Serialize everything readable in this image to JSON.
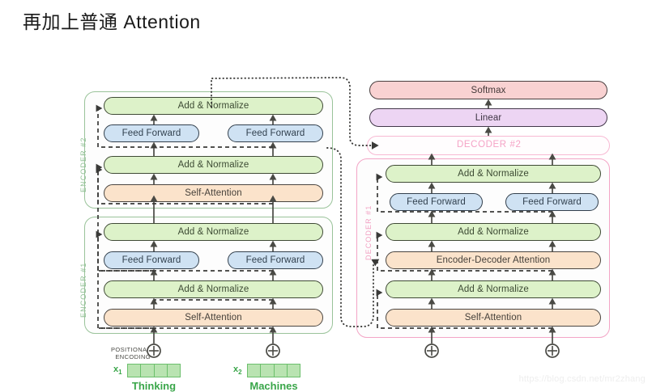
{
  "page": {
    "title": "再加上普通 Attention",
    "watermark": "https://blog.csdn.net/mr2zhang",
    "background": "#ffffff"
  },
  "colors": {
    "green": "#ddf2c9",
    "blue": "#cfe2f3",
    "peach": "#fbe3cb",
    "pink": "#f9d2d2",
    "purple": "#edd5f3",
    "encoder_border": "#9ac39a",
    "decoder_border": "#f3a5c6",
    "word_green": "#3aa64a"
  },
  "encoder_stack": {
    "blocks": [
      {
        "label": "ENCODER #2",
        "rows": [
          {
            "name": "Add & Normalize",
            "style": "green",
            "span": "full"
          },
          {
            "name": "Feed Forward",
            "style": "blue",
            "span": "half-left"
          },
          {
            "name": "Feed Forward",
            "style": "blue",
            "span": "half-right"
          },
          {
            "name": "Add & Normalize",
            "style": "green",
            "span": "full"
          },
          {
            "name": "Self-Attention",
            "style": "peach",
            "span": "full"
          }
        ]
      },
      {
        "label": "ENCODER #1",
        "rows": [
          {
            "name": "Add & Normalize",
            "style": "green",
            "span": "full"
          },
          {
            "name": "Feed Forward",
            "style": "blue",
            "span": "half-left"
          },
          {
            "name": "Feed Forward",
            "style": "blue",
            "span": "half-right"
          },
          {
            "name": "Add & Normalize",
            "style": "green",
            "span": "full"
          },
          {
            "name": "Self-Attention",
            "style": "peach",
            "span": "full"
          }
        ]
      }
    ]
  },
  "decoder_stack": {
    "top_blocks": [
      {
        "name": "Softmax",
        "style": "pink"
      },
      {
        "name": "Linear",
        "style": "purple"
      }
    ],
    "decoder2_label": "DECODER #2",
    "decoder1_label": "DECODER #1",
    "decoder1_rows": [
      {
        "name": "Add & Normalize",
        "style": "green",
        "span": "full"
      },
      {
        "name": "Feed Forward",
        "style": "blue",
        "span": "half-left"
      },
      {
        "name": "Feed Forward",
        "style": "blue",
        "span": "half-right"
      },
      {
        "name": "Add & Normalize",
        "style": "green",
        "span": "full"
      },
      {
        "name": "Encoder-Decoder Attention",
        "style": "peach",
        "span": "full"
      },
      {
        "name": "Add & Normalize",
        "style": "green",
        "span": "full"
      },
      {
        "name": "Self-Attention",
        "style": "peach",
        "span": "full"
      }
    ]
  },
  "inputs": {
    "positional_encoding_line1": "POSITIONAL",
    "positional_encoding_line2": "ENCODING",
    "tokens": [
      {
        "symbol": "x",
        "index": "1",
        "word": "Thinking",
        "cells": 4
      },
      {
        "symbol": "x",
        "index": "2",
        "word": "Machines",
        "cells": 4
      }
    ],
    "plus_symbol": "+"
  }
}
